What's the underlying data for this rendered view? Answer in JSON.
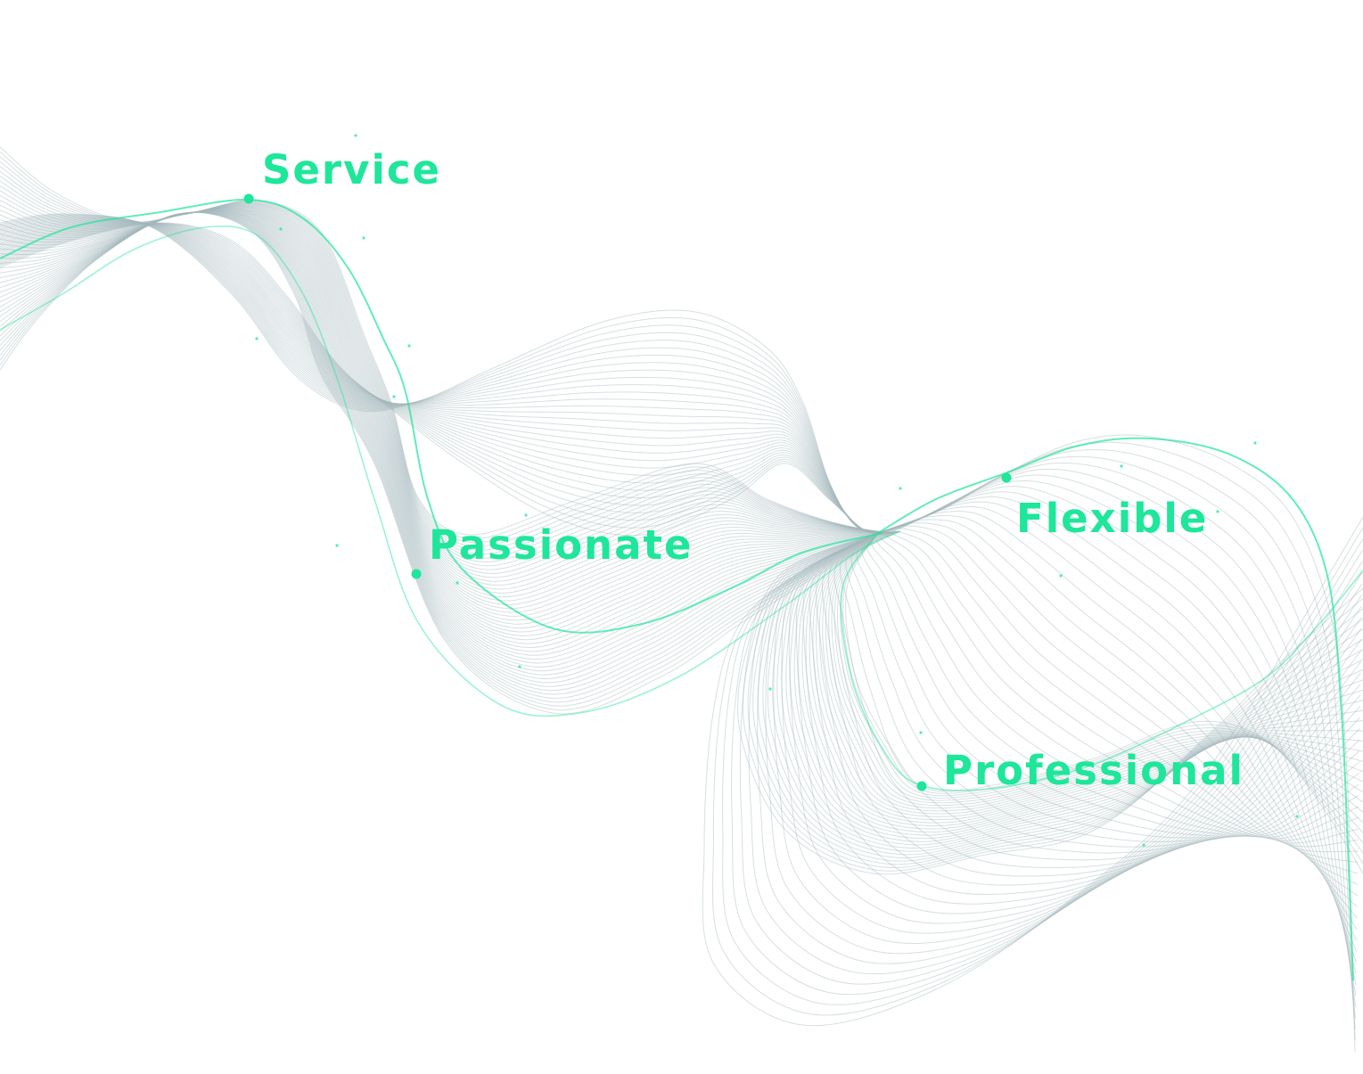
{
  "colors": {
    "accent": "#1ee69a",
    "line": "#a4b9bc",
    "background": "#ffffff"
  },
  "keywords": {
    "service": "Service",
    "passionate": "Passionate",
    "flexible": "Flexible",
    "professional": "Professional"
  }
}
